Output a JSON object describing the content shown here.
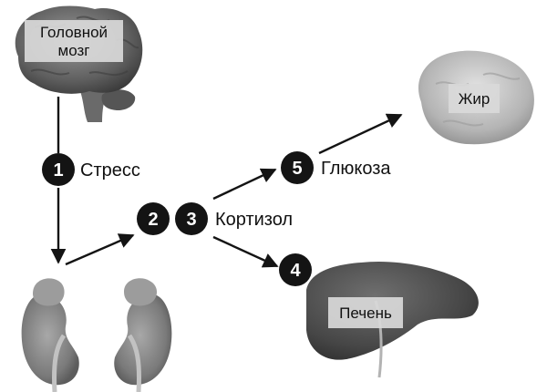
{
  "organs": {
    "brain": {
      "label_line1": "Головной",
      "label_line2": "мозг"
    },
    "fat": {
      "label": "Жир"
    },
    "liver": {
      "label": "Печень"
    }
  },
  "steps": [
    {
      "number": "1",
      "label": "Стресс"
    },
    {
      "number": "2",
      "label": ""
    },
    {
      "number": "3",
      "label": "Кортизол"
    },
    {
      "number": "4",
      "label": ""
    },
    {
      "number": "5",
      "label": "Глюкоза"
    }
  ],
  "colors": {
    "badge_fill": "#141414",
    "badge_text": "#ffffff",
    "arrow": "#141414",
    "label_box": "#d9d9d9",
    "organ_dark": "#4d4d4d",
    "organ_mid": "#8c8c8c",
    "organ_light": "#bdbdbd"
  }
}
